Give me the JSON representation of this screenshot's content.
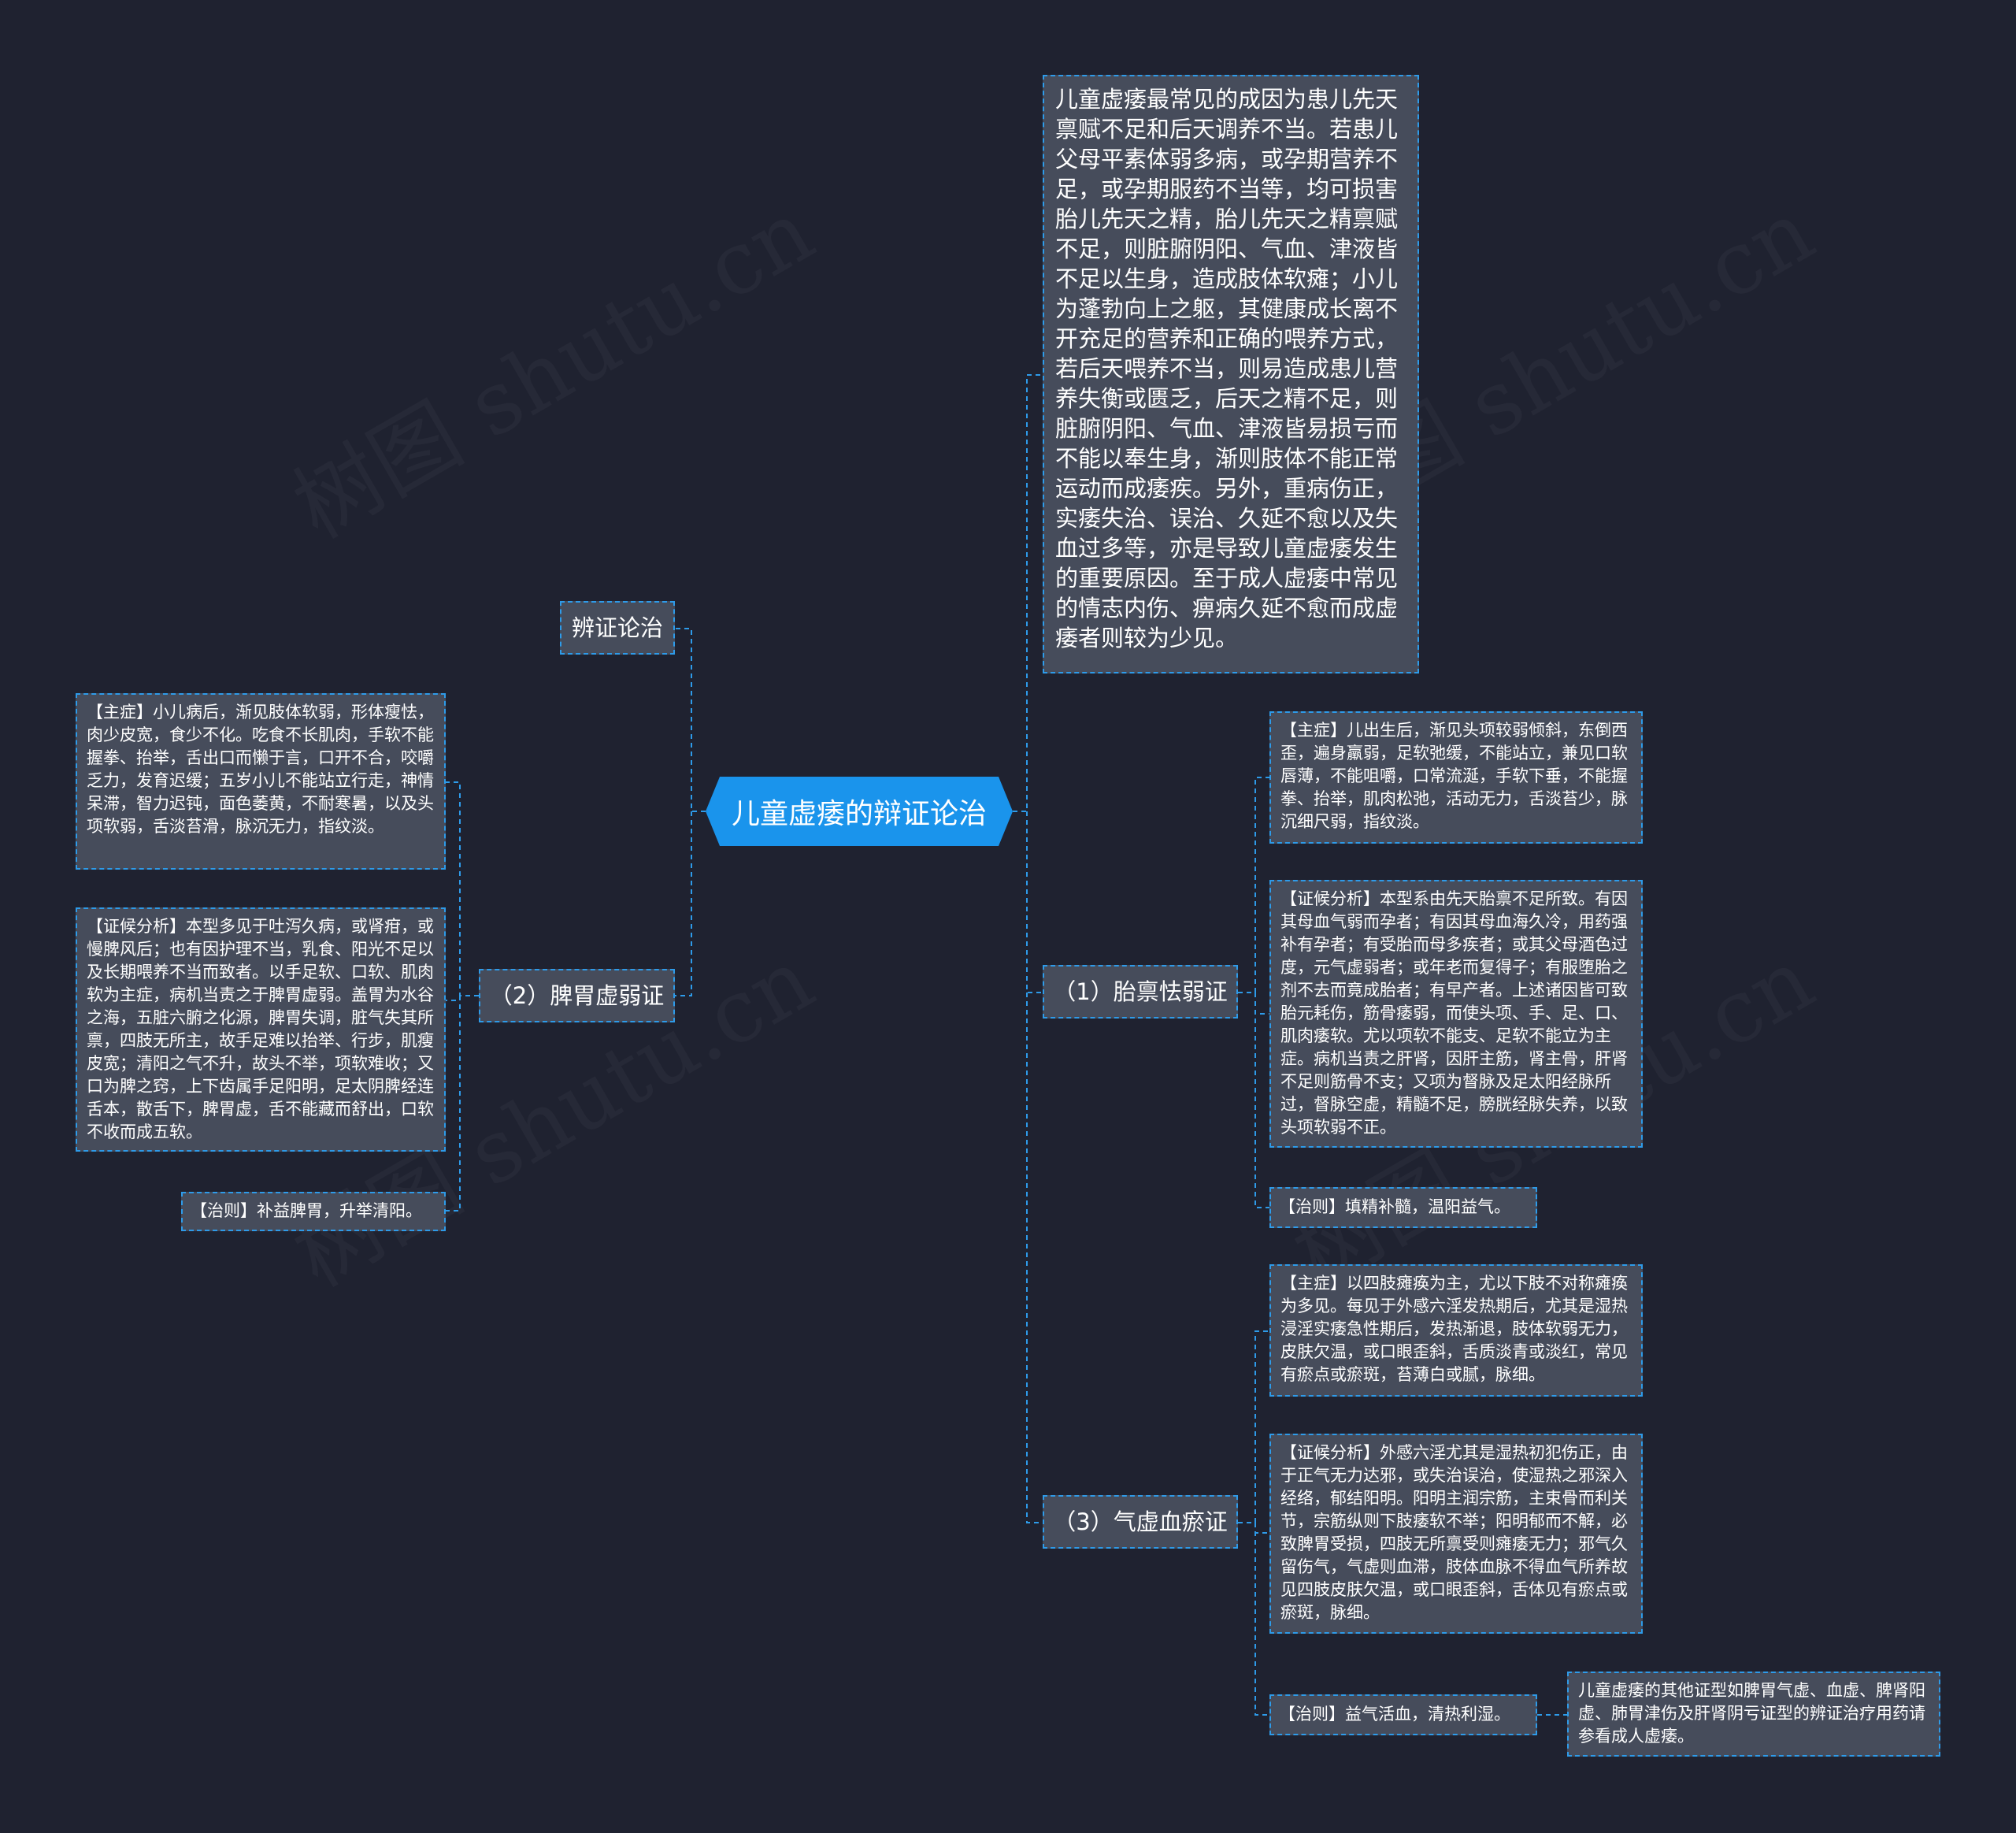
{
  "root": {
    "title": "儿童虚痿的辩证论治"
  },
  "left": {
    "bianzheng": {
      "label": "辨证论治"
    },
    "piwei": {
      "label": "（2）脾胃虚弱证",
      "zhuzheng": "【主症】小儿病后，渐见肢体软弱，形体瘦怯，肉少皮宽，食少不化。吃食不长肌肉，手软不能握拳、抬举，舌出口而懒于言，口开不合，咬嚼乏力，发育迟缓；五岁小儿不能站立行走，神情呆滞，智力迟钝，面色萎黄，不耐寒暑，以及头项软弱，舌淡苔滑，脉沉无力，指纹淡。",
      "fenxi": "【证候分析】本型多见于吐泻久病，或肾疳，或慢脾风后；也有因护理不当，乳食、阳光不足以及长期喂养不当而致者。以手足软、口软、肌肉软为主症，病机当责之于脾胃虚弱。盖胃为水谷之海，五脏六腑之化源，脾胃失调，脏气失其所禀，四肢无所主，故手足难以抬举、行步，肌瘦皮宽；清阳之气不升，故头不举，项软难收；又口为脾之窍，上下齿属手足阳明，足太阴脾经连舌本，散舌下，脾胃虚，舌不能藏而舒出，口软不收而成五软。",
      "zhize": "【治则】补益脾胃，升举清阳。"
    }
  },
  "right": {
    "cause": "儿童虚痿最常见的成因为患儿先天禀赋不足和后天调养不当。若患儿父母平素体弱多病，或孕期营养不足，或孕期服药不当等，均可损害胎儿先天之精，胎儿先天之精禀赋不足，则脏腑阴阳、气血、津液皆不足以生身，造成肢体软瘫；小儿为蓬勃向上之躯，其健康成长离不开充足的营养和正确的喂养方式，若后天喂养不当，则易造成患儿营养失衡或匮乏，后天之精不足，则脏腑阴阳、气血、津液皆易损亏而不能以奉生身，渐则肢体不能正常运动而成痿疾。另外，重病伤正，实痿失治、误治、久延不愈以及失血过多等，亦是导致儿童虚痿发生的重要原因。至于成人虚痿中常见的情志内伤、痹病久延不愈而成虚痿者则较为少见。",
    "taibing": {
      "label": "（1）胎禀怯弱证",
      "zhuzheng": "【主症】儿出生后，渐见头项较弱倾斜，东倒西歪，遍身羸弱，足软弛缓，不能站立，兼见口软唇薄，不能咀嚼，口常流涎，手软下垂，不能握拳、抬举，肌肉松弛，活动无力，舌淡苔少，脉沉细尺弱，指纹淡。",
      "fenxi": "【证候分析】本型系由先天胎禀不足所致。有因其母血气弱而孕者；有因其母血海久冷，用药强补有孕者；有受胎而母多疾者；或其父母酒色过度，元气虚弱者；或年老而复得子；有服堕胎之剂不去而竟成胎者；有早产者。上述诸因皆可致胎元耗伤，筋骨痿弱，而使头项、手、足、口、肌肉痿软。尤以项软不能支、足软不能立为主症。病机当责之肝肾，因肝主筋，肾主骨，肝肾不足则筋骨不支；又项为督脉及足太阳经脉所过，督脉空虚，精髓不足，膀胱经脉失养，以致头项软弱不正。",
      "zhize": "【治则】填精补髓，温阳益气。"
    },
    "qixu": {
      "label": "（3）气虚血瘀证",
      "zhuzheng": "【主症】以四肢瘫痪为主，尤以下肢不对称瘫痪为多见。每见于外感六淫发热期后，尤其是湿热浸淫实痿急性期后，发热渐退，肢体软弱无力，皮肤欠温，或口眼歪斜，舌质淡青或淡红，常见有瘀点或瘀斑，苔薄白或腻，脉细。",
      "fenxi": "【证候分析】外感六淫尤其是湿热初犯伤正，由于正气无力达邪，或失治误治，使湿热之邪深入经络，郁结阳明。阳明主润宗筋，主束骨而利关节，宗筋纵则下肢痿软不举；阳明郁而不解，必致脾胃受损，四肢无所禀受则瘫痿无力；邪气久留伤气，气虚则血滞，肢体血脉不得血气所养故见四肢皮肤欠温，或口眼歪斜，舌体见有瘀点或瘀斑，脉细。",
      "zhize": "【治则】益气活血，清热利湿。",
      "note": "儿童虚痿的其他证型如脾胃气虚、血虚、脾肾阳虚、肺胃津伤及肝肾阴亏证型的辨证治疗用药请参看成人虚痿。"
    }
  },
  "watermark": "树图 shutu.cn",
  "colors": {
    "background": "#1f2230",
    "node": "#464c5b",
    "border": "#2e9be9",
    "root": "#1a94ec",
    "text": "#ffffff"
  }
}
